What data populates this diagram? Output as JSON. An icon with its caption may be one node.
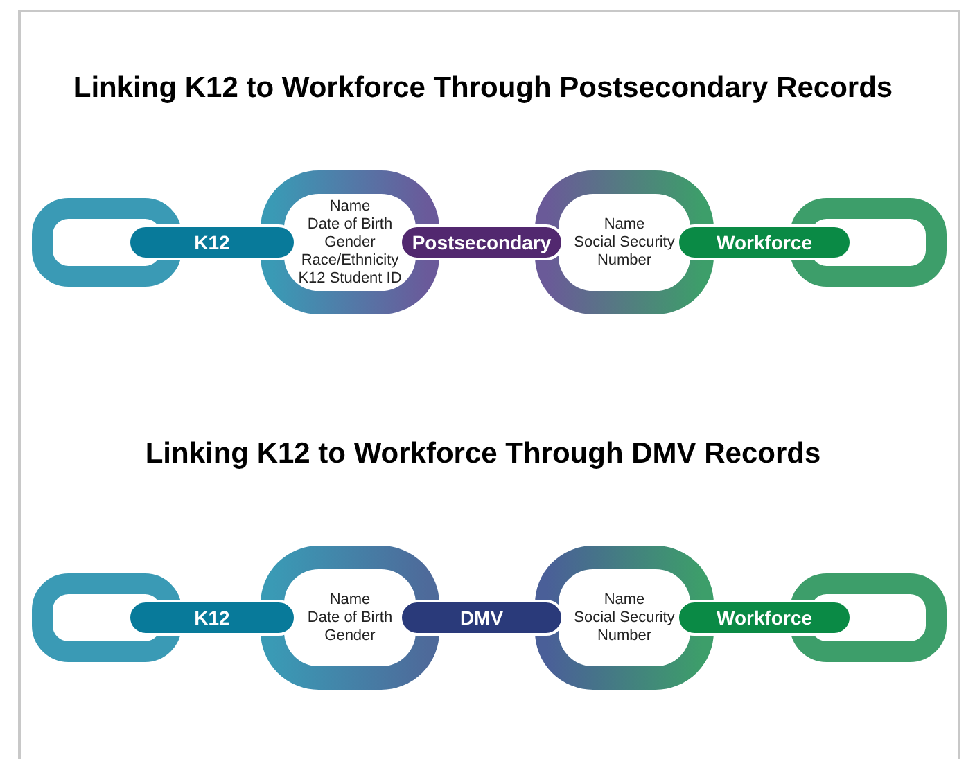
{
  "diagram": {
    "title": "Linking K12 to Workforce Through Postsecondary Records",
    "nodes": [
      {
        "text": [],
        "shape": "ring"
      },
      {
        "text": [
          "K12"
        ]
      },
      {
        "text": [
          "Name",
          "Date of Birth",
          "Gender",
          "Race/Ethnicity",
          "K12 Student ID"
        ]
      },
      {
        "text": [
          "Postsecondary"
        ]
      },
      {
        "text": [
          "Name",
          "Social Security Number"
        ]
      },
      {
        "text": [
          "Workforce"
        ]
      },
      {
        "text": [],
        "shape": "ring"
      },
      {
        "text": [],
        "shape": "ring"
      },
      {
        "text": [
          "K12"
        ]
      },
      {
        "text": [
          "Name",
          "Date of Birth",
          "Gender"
        ]
      },
      {
        "text": [
          "DMV"
        ]
      },
      {
        "text": [
          "Name",
          "Social Security Number"
        ]
      },
      {
        "text": [
          "Workforce"
        ]
      },
      {
        "text": [],
        "shape": "ring"
      }
    ],
    "labels": [
      "Linking K12 to Workforce Through DMV Records"
    ]
  }
}
